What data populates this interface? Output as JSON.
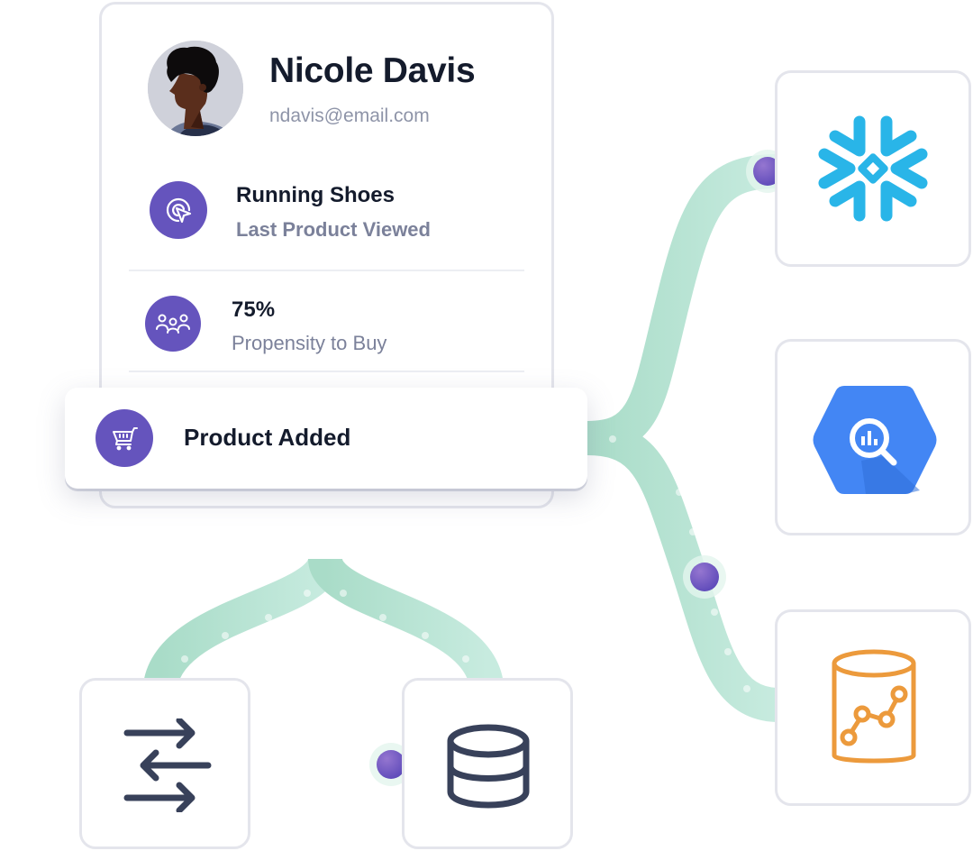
{
  "profile": {
    "name": "Nicole Davis",
    "email": "ndavis@email.com",
    "avatar_icon": "person-avatar",
    "attributes": [
      {
        "icon": "cursor-click-icon",
        "title": "Running Shoes",
        "subtitle": "Last Product Viewed"
      },
      {
        "icon": "users-group-icon",
        "title": "75%",
        "subtitle": "Propensity to Buy"
      }
    ]
  },
  "event": {
    "icon": "shopping-cart-icon",
    "label": "Product Added"
  },
  "destinations": [
    {
      "name": "snowflake",
      "icon": "snowflake-icon",
      "color": "#29b5e8"
    },
    {
      "name": "bigquery",
      "icon": "bigquery-icon",
      "color": "#4386f4"
    },
    {
      "name": "analytics-database",
      "icon": "database-chart-icon",
      "color": "#ec9a3c"
    }
  ],
  "sources": [
    {
      "name": "sync",
      "icon": "arrows-exchange-icon",
      "color": "#38415a"
    },
    {
      "name": "database",
      "icon": "database-icon",
      "color": "#38415a"
    }
  ],
  "colors": {
    "accent": "#6554bd",
    "pipe": "#b3e3d2",
    "border": "#e4e5ec",
    "text_primary": "#141b2c",
    "text_secondary": "#7b819a"
  }
}
